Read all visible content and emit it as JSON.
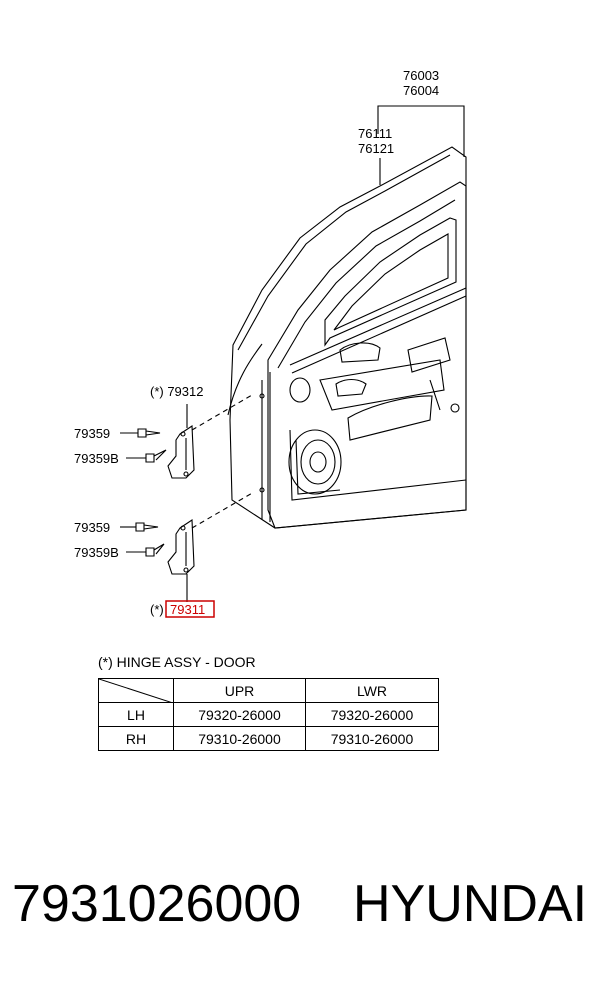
{
  "callouts": {
    "c76003": "76003",
    "c76004": "76004",
    "c76111": "76111",
    "c76121": "76121",
    "c79312": "(*) 79312",
    "c79359_upper": "79359",
    "c79359b_upper": "79359B",
    "c79359_lower": "79359",
    "c79359b_lower": "79359B",
    "c79311_prefix": "(*)",
    "c79311": "79311"
  },
  "legend": {
    "title": "(*) HINGE ASSY - DOOR",
    "header": [
      "",
      "UPR",
      "LWR"
    ],
    "rows": [
      {
        "side": "LH",
        "upr": "79320-26000",
        "lwr": "79320-26000"
      },
      {
        "side": "RH",
        "upr": "79310-26000",
        "lwr": "79310-26000"
      }
    ]
  },
  "footer": {
    "part_number": "7931026000",
    "brand": "HYUNDAI"
  },
  "colors": {
    "highlight": "#cc0000",
    "line": "#000000"
  }
}
